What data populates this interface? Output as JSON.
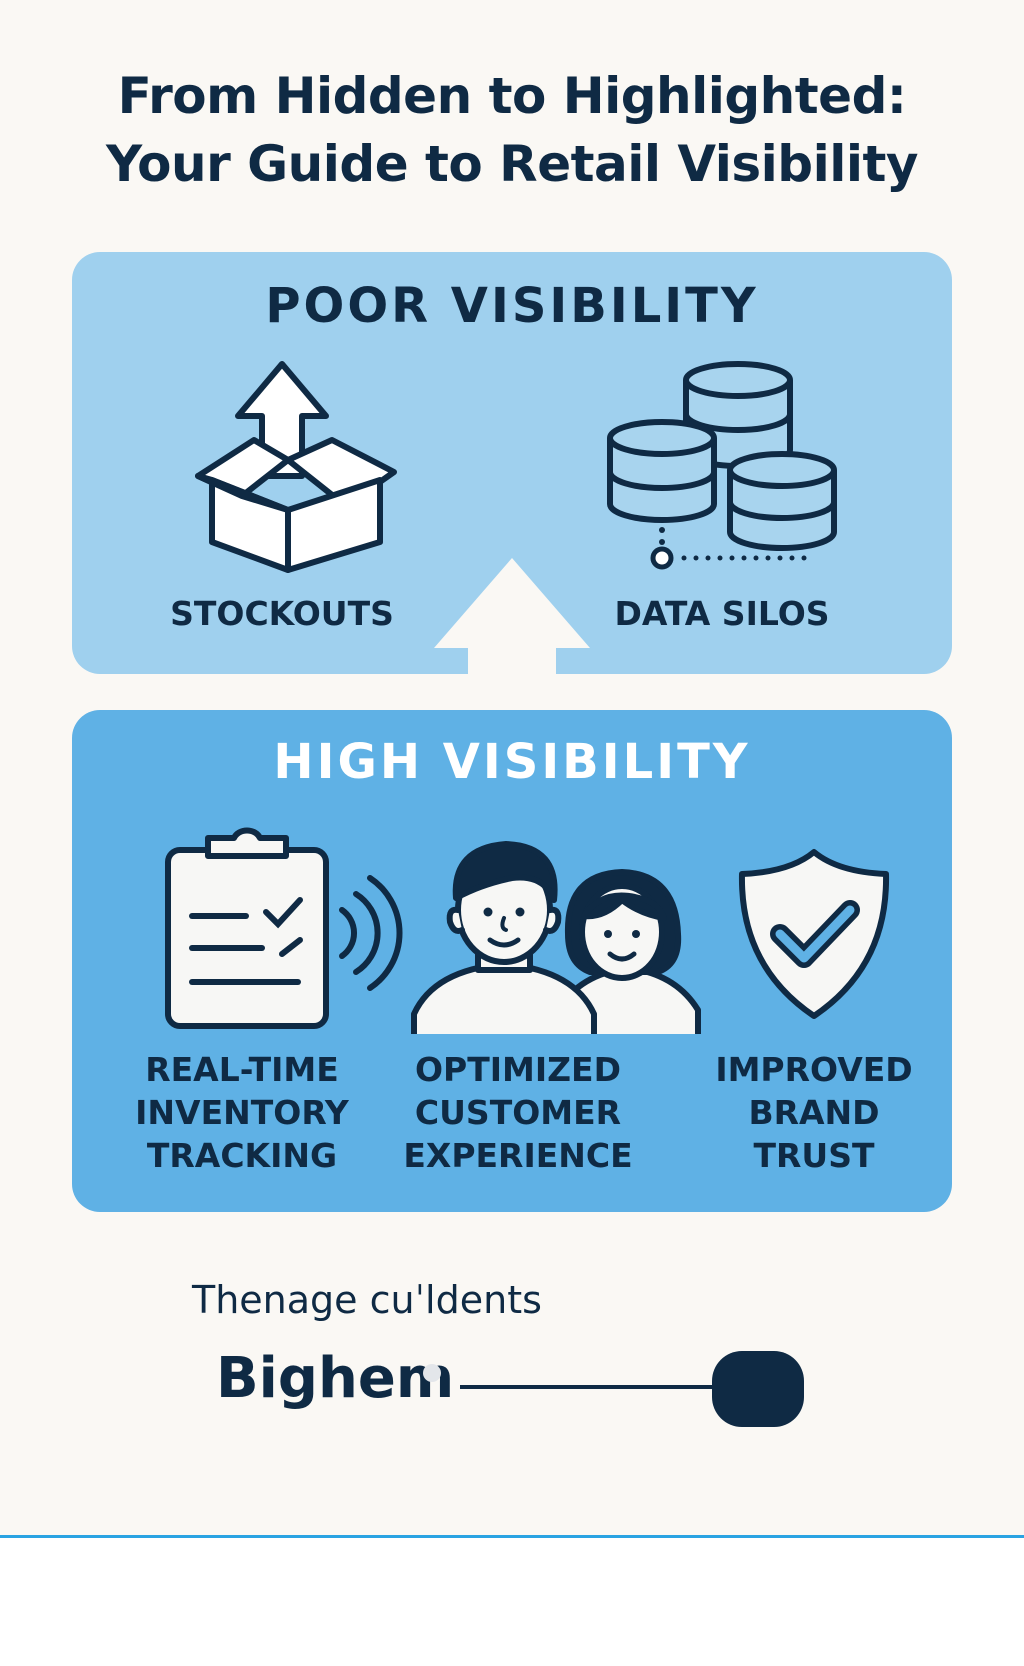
{
  "title": {
    "line1": "From Hidden to Highlighted:",
    "line2": "Your Guide to Retail Visibility"
  },
  "poor": {
    "heading": "POOR VISIBILITY",
    "items": [
      {
        "label": "STOCKOUTS",
        "icon": "open-box-arrow-icon"
      },
      {
        "label": "DATA SILOS",
        "icon": "database-stack-icon"
      }
    ]
  },
  "transition_icon": "up-arrow-icon",
  "high": {
    "heading": "HIGH VISIBILITY",
    "items": [
      {
        "lines": [
          "REAL-TIME",
          "INVENTORY",
          "TRACKING"
        ],
        "icon": "clipboard-checklist-signal-icon"
      },
      {
        "lines": [
          "OPTIMIZED",
          "CUSTOMER",
          "EXPERIENCE"
        ],
        "icon": "two-people-icon"
      },
      {
        "lines": [
          "IMPROVED",
          "BRAND",
          "TRUST"
        ],
        "icon": "shield-check-icon"
      }
    ]
  },
  "caption": "Thenage cuˈldents",
  "brand": "Bighem",
  "colors": {
    "background": "#faf8f4",
    "poor_panel": "#9fd0ee",
    "high_panel": "#5fb1e5",
    "navy": "#0f2a44",
    "accent_line": "#2aa3e2"
  }
}
